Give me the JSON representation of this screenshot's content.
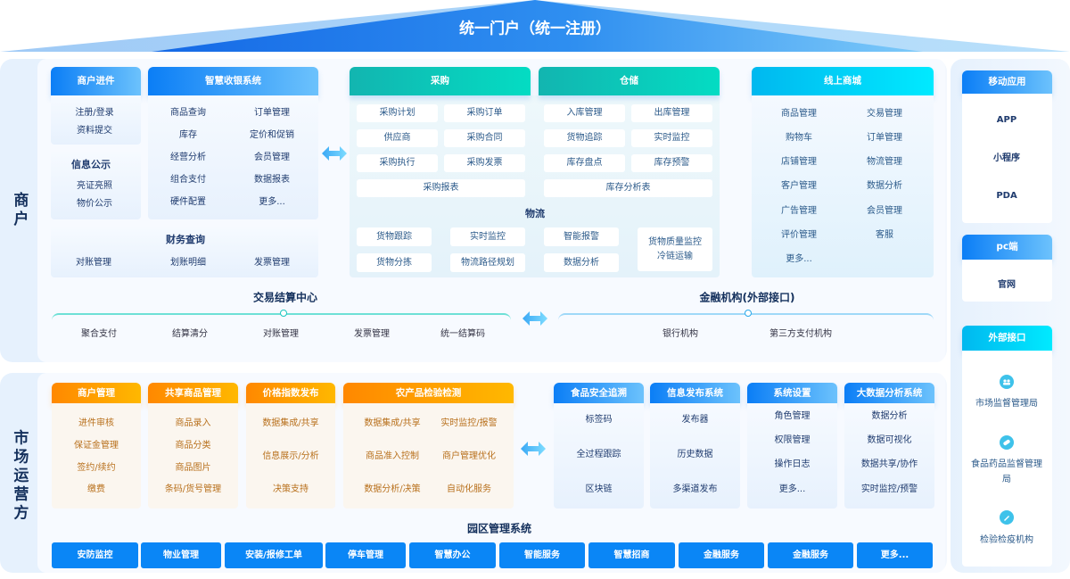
{
  "portal_title": "统一门户（统一注册）",
  "colors": {
    "blue": "#0b7ef6",
    "teal": "#12b5b0",
    "cyan": "#00b8ef",
    "orange": "#ff8800",
    "button": "#0a86f6",
    "text": "#1f3b6e"
  },
  "merchant": {
    "label": "商户",
    "onboarding": {
      "title": "商户进件",
      "items": [
        "注册/登录",
        "资料提交"
      ]
    },
    "disclosure": {
      "title": "信息公示",
      "items": [
        "亮证亮照",
        "物价公示"
      ]
    },
    "cashier": {
      "title": "智慧收银系统",
      "items": [
        "商品查询",
        "订单管理",
        "库存",
        "定价和促销",
        "经营分析",
        "会员管理",
        "组合支付",
        "数据报表",
        "硬件配置",
        "更多..."
      ]
    },
    "finance": {
      "title": "财务查询",
      "items": [
        "对账管理",
        "划账明细",
        "发票管理"
      ]
    },
    "procurement": {
      "title": "采购",
      "items": [
        "采购计划",
        "采购订单",
        "供应商",
        "采购合同",
        "采购执行",
        "采购发票",
        "采购报表"
      ]
    },
    "warehouse": {
      "title": "仓储",
      "items": [
        "入库管理",
        "出库管理",
        "货物追踪",
        "实时监控",
        "库存盘点",
        "库存预警",
        "库存分析表"
      ]
    },
    "logistics": {
      "title": "物流",
      "items": [
        "货物跟踪",
        "实时监控",
        "智能报警",
        "货物分拣",
        "物流路径规划",
        "数据分析"
      ],
      "combined": [
        "货物质量监控",
        "冷链运输"
      ]
    },
    "mall": {
      "title": "线上商城",
      "items": [
        "商品管理",
        "交易管理",
        "购物车",
        "订单管理",
        "店铺管理",
        "物流管理",
        "客户管理",
        "数据分析",
        "广告管理",
        "会员管理",
        "评价管理",
        "客服",
        "更多..."
      ]
    },
    "settlement": {
      "title": "交易结算中心",
      "items": [
        "聚合支付",
        "结算清分",
        "对账管理",
        "发票管理",
        "统一结算码"
      ]
    },
    "financial_institutions": {
      "title": "金融机构(外部接口)",
      "items": [
        "银行机构",
        "第三方支付机构"
      ]
    }
  },
  "market": {
    "label": "市场运营方",
    "merchant_mgmt": {
      "title": "商户管理",
      "items": [
        "进件审核",
        "保证金管理",
        "签约/续约",
        "缴费"
      ]
    },
    "shared_goods": {
      "title": "共享商品管理",
      "items": [
        "商品录入",
        "商品分类",
        "商品图片",
        "条码/货号管理"
      ]
    },
    "price_index": {
      "title": "价格指数发布",
      "items": [
        "数据集成/共享",
        "信息展示/分析",
        "决策支持"
      ]
    },
    "agri_inspection": {
      "title": "农产品检验检测",
      "items": [
        "数据集成/共享",
        "实时监控/报警",
        "商品准入控制",
        "商户管理优化",
        "数据分析/决策",
        "自动化服务"
      ]
    },
    "food_trace": {
      "title": "食品安全追溯",
      "items": [
        "标签码",
        "全过程跟踪",
        "区块链"
      ]
    },
    "info_publish": {
      "title": "信息发布系统",
      "items": [
        "发布器",
        "历史数据",
        "多渠道发布"
      ]
    },
    "settings": {
      "title": "系统设置",
      "items": [
        "角色管理",
        "权限管理",
        "操作日志",
        "更多..."
      ]
    },
    "big_data": {
      "title": "大数据分析系统",
      "items": [
        "数据分析",
        "数据可视化",
        "数据共享/协作",
        "实时监控/预警"
      ]
    },
    "park": {
      "title": "园区管理系统",
      "items": [
        "安防监控",
        "物业管理",
        "安装/报修工单",
        "停车管理",
        "智慧办公",
        "智能服务",
        "智慧招商",
        "金融服务",
        "金融服务",
        "更多..."
      ]
    }
  },
  "right": {
    "mobile": {
      "title": "移动应用",
      "items": [
        "APP",
        "小程序",
        "PDA"
      ]
    },
    "pc": {
      "title": "pc端",
      "items": [
        "官网"
      ]
    },
    "external": {
      "title": "外部接口",
      "items": [
        {
          "label": "市场监督管理局",
          "icon": "people-icon"
        },
        {
          "label": "食品药品监督管理局",
          "icon": "pill-icon"
        },
        {
          "label": "检验检疫机构",
          "icon": "pen-icon"
        }
      ]
    }
  }
}
